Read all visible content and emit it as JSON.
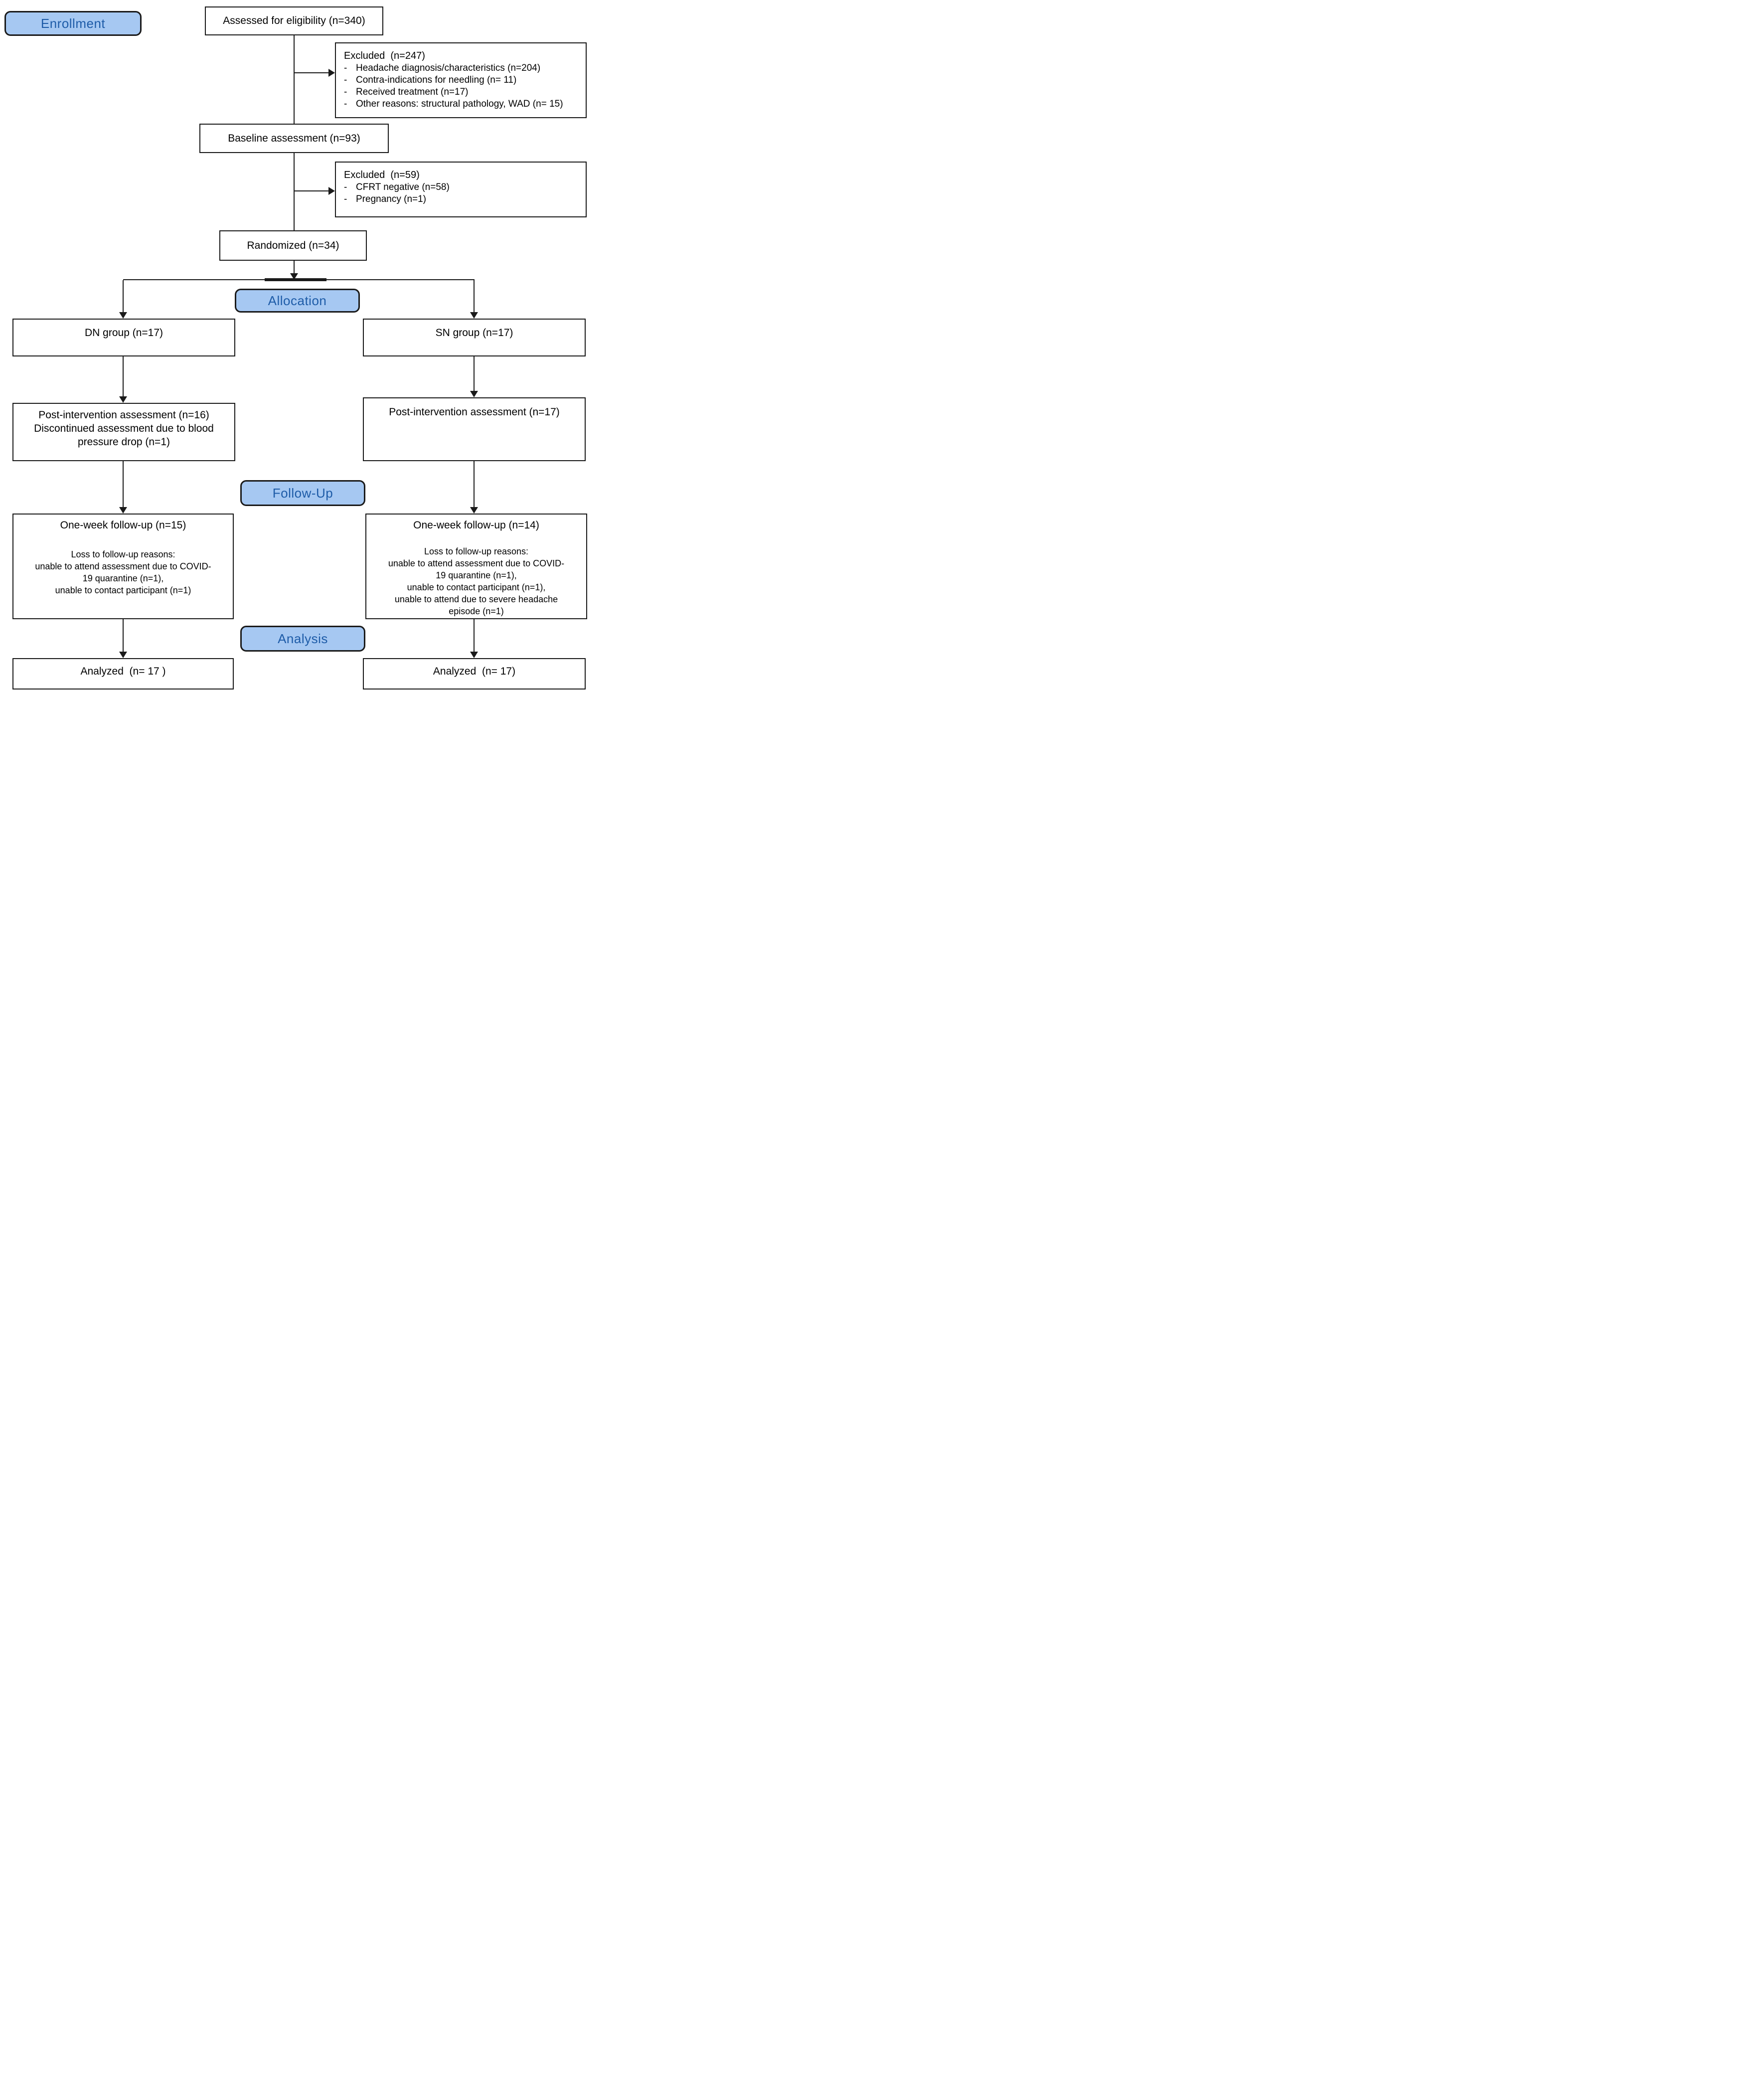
{
  "diagram_title": "CONSORT participant flow diagram",
  "colors": {
    "stage_fill": "#a6c8f2",
    "stage_text": "#1e5ca8",
    "line": "#1a1a1a",
    "box_fill": "#ffffff"
  },
  "bullet_char": "-",
  "stages": {
    "enrollment": "Enrollment",
    "allocation": "Allocation",
    "followup": "Follow-Up",
    "analysis": "Analysis"
  },
  "boxes": {
    "assessed": {
      "text": "Assessed for eligibility (n=340)"
    },
    "excluded1": {
      "title": "Excluded  (n=247)",
      "items": [
        "Headache diagnosis/characteristics (n=204)",
        "Contra-indications for needling (n= 11)",
        "Received treatment (n=17)",
        "Other reasons: structural pathology, WAD (n= 15)"
      ]
    },
    "baseline": {
      "text": "Baseline assessment (n=93)"
    },
    "excluded2": {
      "title": "Excluded  (n=59)",
      "items": [
        "CFRT negative (n=58)",
        "Pregnancy (n=1)"
      ]
    },
    "randomized": {
      "text": "Randomized (n=34)"
    },
    "dn_group": {
      "text": "DN group (n=17)"
    },
    "sn_group": {
      "text": "SN group (n=17)"
    },
    "post_left": {
      "lines": [
        "Post-intervention assessment (n=16)",
        "Discontinued assessment due to blood",
        "pressure drop (n=1)"
      ]
    },
    "post_right": {
      "text": "Post-intervention assessment (n=17)"
    },
    "oneweek_left": {
      "title": "One-week follow-up (n=15)",
      "reasons_title": "Loss to follow-up reasons:",
      "reasons": [
        "unable to attend assessment due to COVID-",
        "19 quarantine (n=1),",
        "unable to contact participant (n=1)"
      ]
    },
    "oneweek_right": {
      "title": "One-week follow-up (n=14)",
      "reasons_title": "Loss to follow-up reasons:",
      "reasons": [
        "unable to attend assessment due to COVID-",
        "19 quarantine (n=1),",
        "unable to contact participant (n=1),",
        "unable to attend due to severe headache",
        "episode (n=1)"
      ]
    },
    "analyzed_left": {
      "text": "Analyzed  (n= 17 )"
    },
    "analyzed_right": {
      "text": "Analyzed  (n= 17)"
    }
  }
}
